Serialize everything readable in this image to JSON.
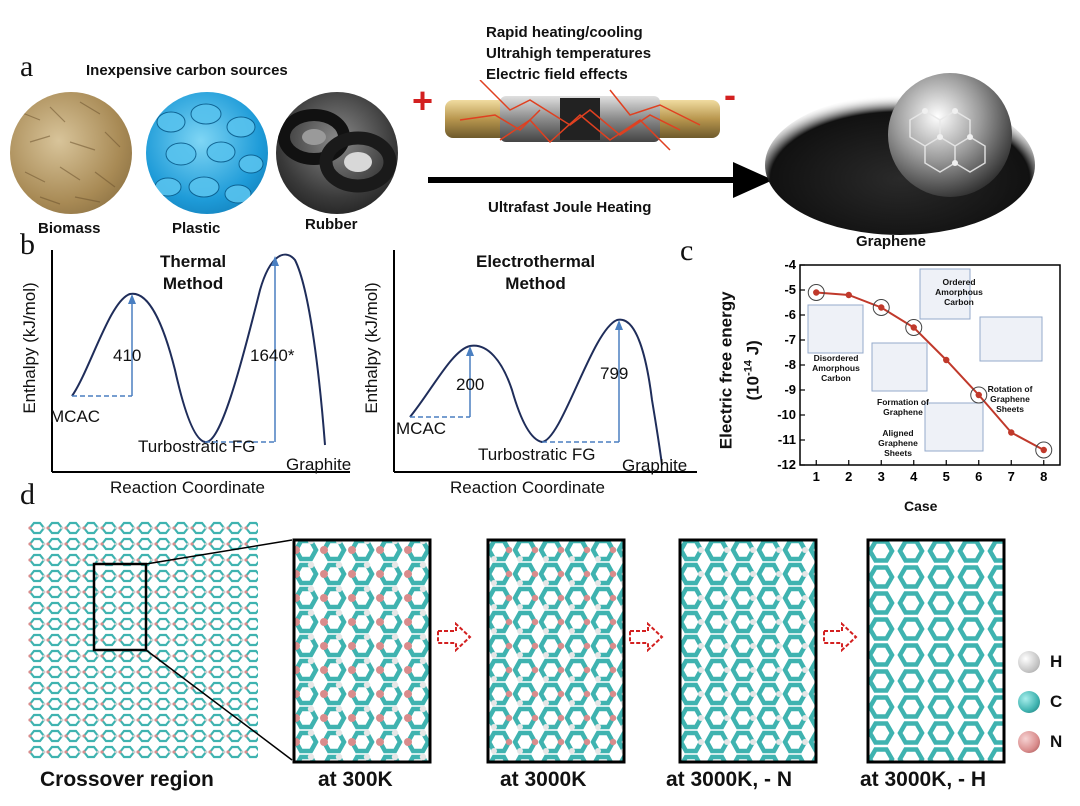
{
  "panel_a": {
    "label": "a",
    "sources_title": "Inexpensive carbon sources",
    "sources": [
      "Biomass",
      "Plastic",
      "Rubber"
    ],
    "conditions": [
      "Rapid heating/cooling",
      "Ultrahigh temperatures",
      "Electric field effects"
    ],
    "plus": "+",
    "minus": "-",
    "process": "Ultrafast Joule Heating",
    "product": "Graphene"
  },
  "panel_b": {
    "label": "b",
    "thermal": {
      "title_line1": "Thermal",
      "title_line2": "Method",
      "barrier1": "410",
      "barrier2": "1640*"
    },
    "electrothermal": {
      "title_line1": "Electrothermal",
      "title_line2": "Method",
      "barrier1": "200",
      "barrier2": "799"
    },
    "ylabel": "Enthalpy (kJ/mol)",
    "xlabel": "Reaction Coordinate",
    "start": "MCAC",
    "intermediate": "Turbostratic FG",
    "end": "Graphite"
  },
  "panel_c": {
    "label": "c",
    "ylabel_line1": "Electric free energy",
    "ylabel_line2": "(10",
    "ylabel_exp": "-14",
    "ylabel_end": " J)",
    "xlabel": "Case",
    "annotations": [
      "Ordered Amorphous Carbon",
      "Disordered Amorphous Carbon",
      "Formation of Graphene",
      "Rotation of Graphene Sheets",
      "Aligned Graphene Sheets"
    ]
  },
  "chart_data": {
    "type": "line",
    "x": [
      1,
      2,
      3,
      4,
      5,
      6,
      7,
      8
    ],
    "series": [
      {
        "values": [
          -5.1,
          -5.2,
          -5.7,
          -6.5,
          -7.8,
          -9.2,
          -10.7,
          -11.4
        ]
      }
    ],
    "xlabel": "Case",
    "ylabel": "Electric free energy (10^-14 J)",
    "xticks": [
      "1",
      "2",
      "3",
      "4",
      "5",
      "6",
      "7",
      "8"
    ],
    "yticks": [
      "-4",
      "-5",
      "-6",
      "-7",
      "-8",
      "-9",
      "-10",
      "-11",
      "-12"
    ],
    "xlim": [
      0.5,
      8.5
    ],
    "ylim": [
      -12,
      -4
    ],
    "grid": false,
    "colors": [
      "#c0392b"
    ]
  },
  "panel_d": {
    "label": "d",
    "captions": [
      "Crossover region",
      "at 300K",
      "at 3000K",
      "at 3000K, - N",
      "at 3000K, - H"
    ],
    "legend": [
      {
        "name": "H",
        "color": "#e6e6e6"
      },
      {
        "name": "C",
        "color": "#3fb3b0"
      },
      {
        "name": "N",
        "color": "#d98c8c"
      }
    ]
  },
  "colors": {
    "curve": "#1f2d5a",
    "arrow_blue": "#4a7fc1",
    "red": "#d32020",
    "teal": "#3fb3b0"
  }
}
